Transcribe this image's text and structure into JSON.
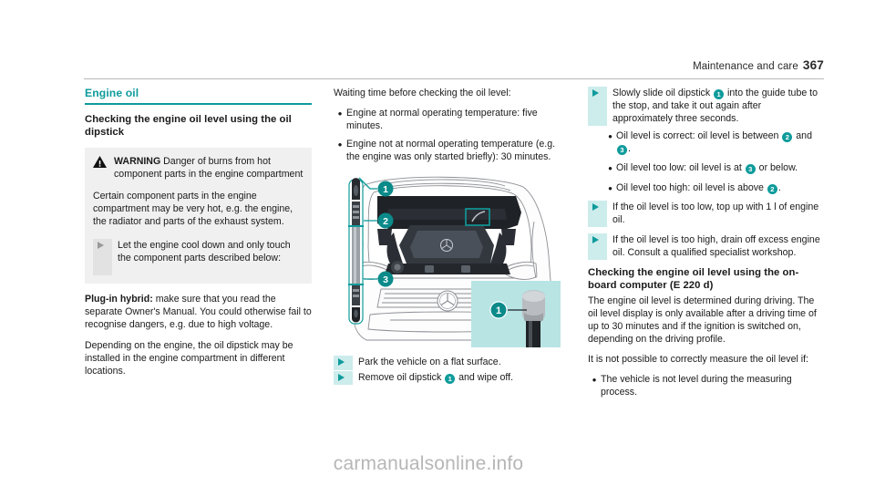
{
  "header": {
    "section_title": "Maintenance and care",
    "page_number": "367"
  },
  "accent_color": "#0f9b9b",
  "left_column": {
    "section_heading": "Engine oil",
    "sub_heading": "Checking the engine oil level using the oil dipstick",
    "warning": {
      "label": "WARNING",
      "title": " Danger of burns from hot component parts in the engine compartment",
      "body": "Certain component parts in the engine compartment may be very hot, e.g. the engine, the radiator and parts of the exhaust system.",
      "action": "Let the engine cool down and only touch the component parts described below:"
    },
    "hybrid_label": "Plug-in hybrid:",
    "hybrid_text": " make sure that you read the separate Owner's Manual. You could otherwise fail to recognise dangers, e.g. due to high voltage.",
    "dipstick_note": "Depending on the engine, the oil dipstick may be installed in the engine compartment in different locations."
  },
  "middle_column": {
    "intro": "Waiting time before checking the oil level:",
    "bullets": [
      "Engine at normal operating temperature: five minutes.",
      "Engine not at normal operating temperature (e.g. the engine was only started briefly): 30 minutes."
    ],
    "figure": {
      "caption_labels": [
        "1",
        "2",
        "3"
      ],
      "inset_label": "1",
      "alt": "Engine compartment with oil dipstick positions"
    },
    "steps": [
      {
        "text": "Park the vehicle on a flat surface."
      },
      {
        "text_before": "Remove oil dipstick ",
        "badge": "1",
        "text_after": " and wipe off."
      }
    ]
  },
  "right_column": {
    "step_slide": {
      "text_before": "Slowly slide oil dipstick ",
      "badge": "1",
      "text_after": " into the guide tube to the stop, and take it out again after approximately three seconds."
    },
    "level_bullets": [
      {
        "before": "Oil level is correct: oil level is between ",
        "badge1": "2",
        "middle": " and ",
        "badge2": "3",
        "after": "."
      },
      {
        "before": "Oil level too low: oil level is at ",
        "badge1": "3",
        "after": " or below."
      },
      {
        "before": "Oil level too high: oil level is above ",
        "badge1": "2",
        "after": "."
      }
    ],
    "step_low": "If the oil level is too low, top up with 1 l of engine oil.",
    "step_high": "If the oil level is too high, drain off excess engine oil. Consult a qualified specialist workshop.",
    "obc_heading": "Checking the engine oil level using the on-board computer (E 220 d)",
    "obc_para1": "The engine oil level is determined during driving. The oil level display is only available after a driving time of up to 30 minutes and if the ignition is switched on, depending on the driving profile.",
    "obc_para2": "It is not possible to correctly measure the oil level if:",
    "obc_bullets": [
      "The vehicle is not level during the measuring process."
    ]
  },
  "watermark": "carmanualsonline.info"
}
